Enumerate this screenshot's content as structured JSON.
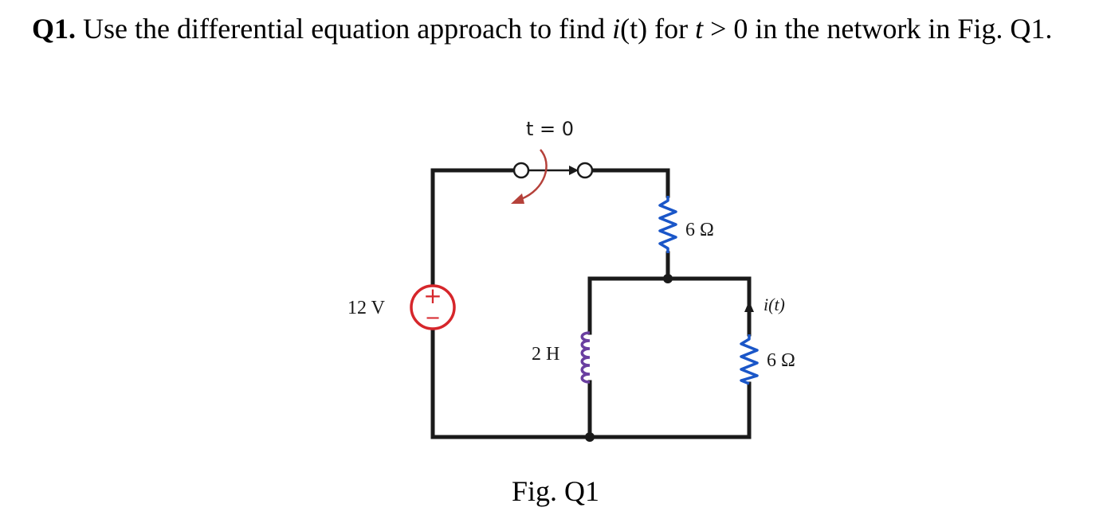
{
  "question": {
    "number": "Q1.",
    "part1": " Use the differential equation approach to find ",
    "current_sym": "i",
    "current_arg": "(t)",
    "part2": " for ",
    "t_sym": "t",
    "part3": " > 0 in the network in Fig. Q1."
  },
  "figure": {
    "switch_label": "t = 0",
    "source_label": "12 V",
    "source_plus": "+",
    "source_minus": "−",
    "r_top_label": "6 Ω",
    "inductor_label": "2 H",
    "current_label": "i(t)",
    "r_right_label": "6 Ω",
    "caption": "Fig. Q1"
  },
  "colors": {
    "wire": "#1a1a1a",
    "resistor": "#1a56c8",
    "inductor": "#6a3fa0",
    "source": "#d6262b",
    "switch_arrow": "#b5413a"
  }
}
